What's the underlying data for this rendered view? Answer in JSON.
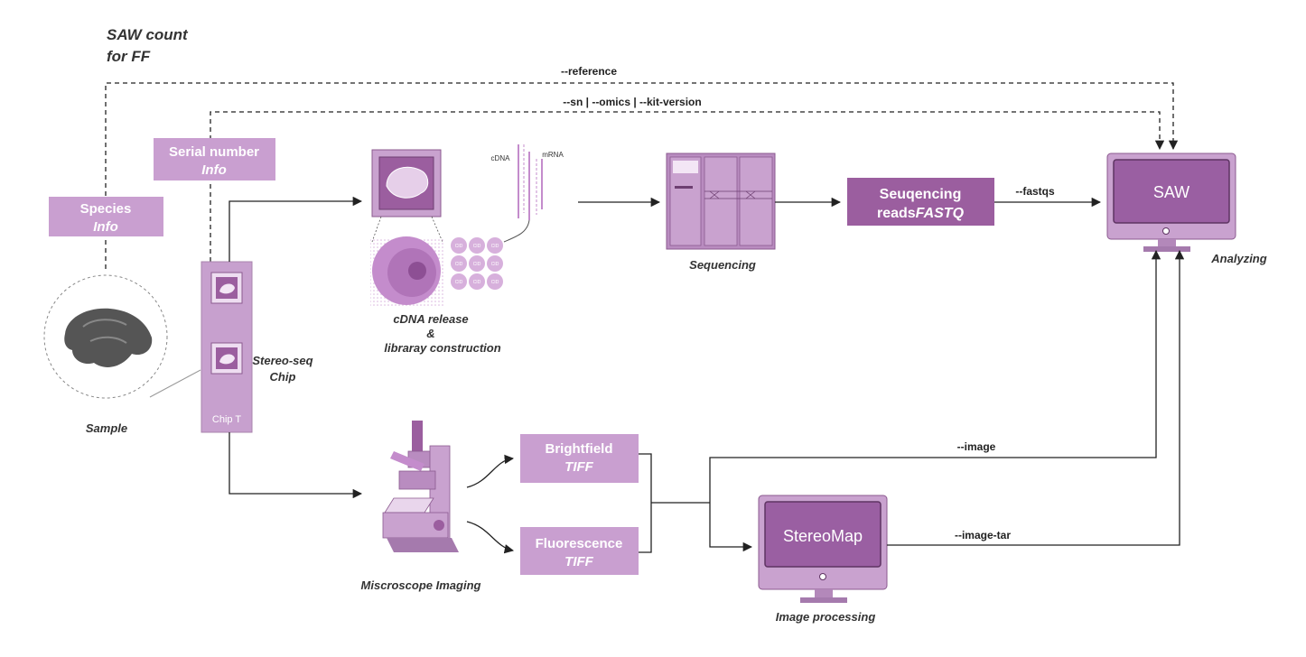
{
  "title_line1": "SAW count",
  "title_line2": "for FF",
  "boxes": {
    "species": {
      "line1": "Species",
      "line2": "Info"
    },
    "serial": {
      "line1": "Serial number",
      "line2": "Info"
    },
    "sequencing_reads": {
      "line1": "Seuqencing",
      "line2_prefix": "reads",
      "line2_em": "FASTQ"
    },
    "brightfield": {
      "line1": "Brightfield",
      "line2": "TIFF"
    },
    "fluorescence": {
      "line1": "Fluorescence",
      "line2": "TIFF"
    }
  },
  "arrows": {
    "reference": "--reference",
    "sn_omics": "--sn | --omics | --kit-version",
    "fastqs": "--fastqs",
    "image": "--image",
    "image_tar": "--image-tar"
  },
  "captions": {
    "sample": "Sample",
    "chip_line1": "Stereo-seq",
    "chip_line2": "Chip",
    "cdna_line1": "cDNA release",
    "cdna_line2": "&",
    "cdna_line3": "libraray construction",
    "sequencing": "Sequencing",
    "analyzing": "Analyzing",
    "microscope": "Miscroscope Imaging",
    "image_processing": "Image processing"
  },
  "chip_label": "Chip T",
  "small_labels": {
    "cdna": "cDNA",
    "mrna": "mRNA"
  },
  "monitors": {
    "saw": "SAW",
    "stereomap": "StereoMap"
  },
  "bead_labels": [
    "CID",
    "CID",
    "CID",
    "CID",
    "CID",
    "CID",
    "CID",
    "CID",
    "CID"
  ],
  "colors": {
    "box_light": "#c99fd0",
    "box_dark": "#9b5e9f",
    "monitor_bezel": "#c9a2cf",
    "monitor_screen": "#9a5fa2",
    "line": "#222222"
  }
}
